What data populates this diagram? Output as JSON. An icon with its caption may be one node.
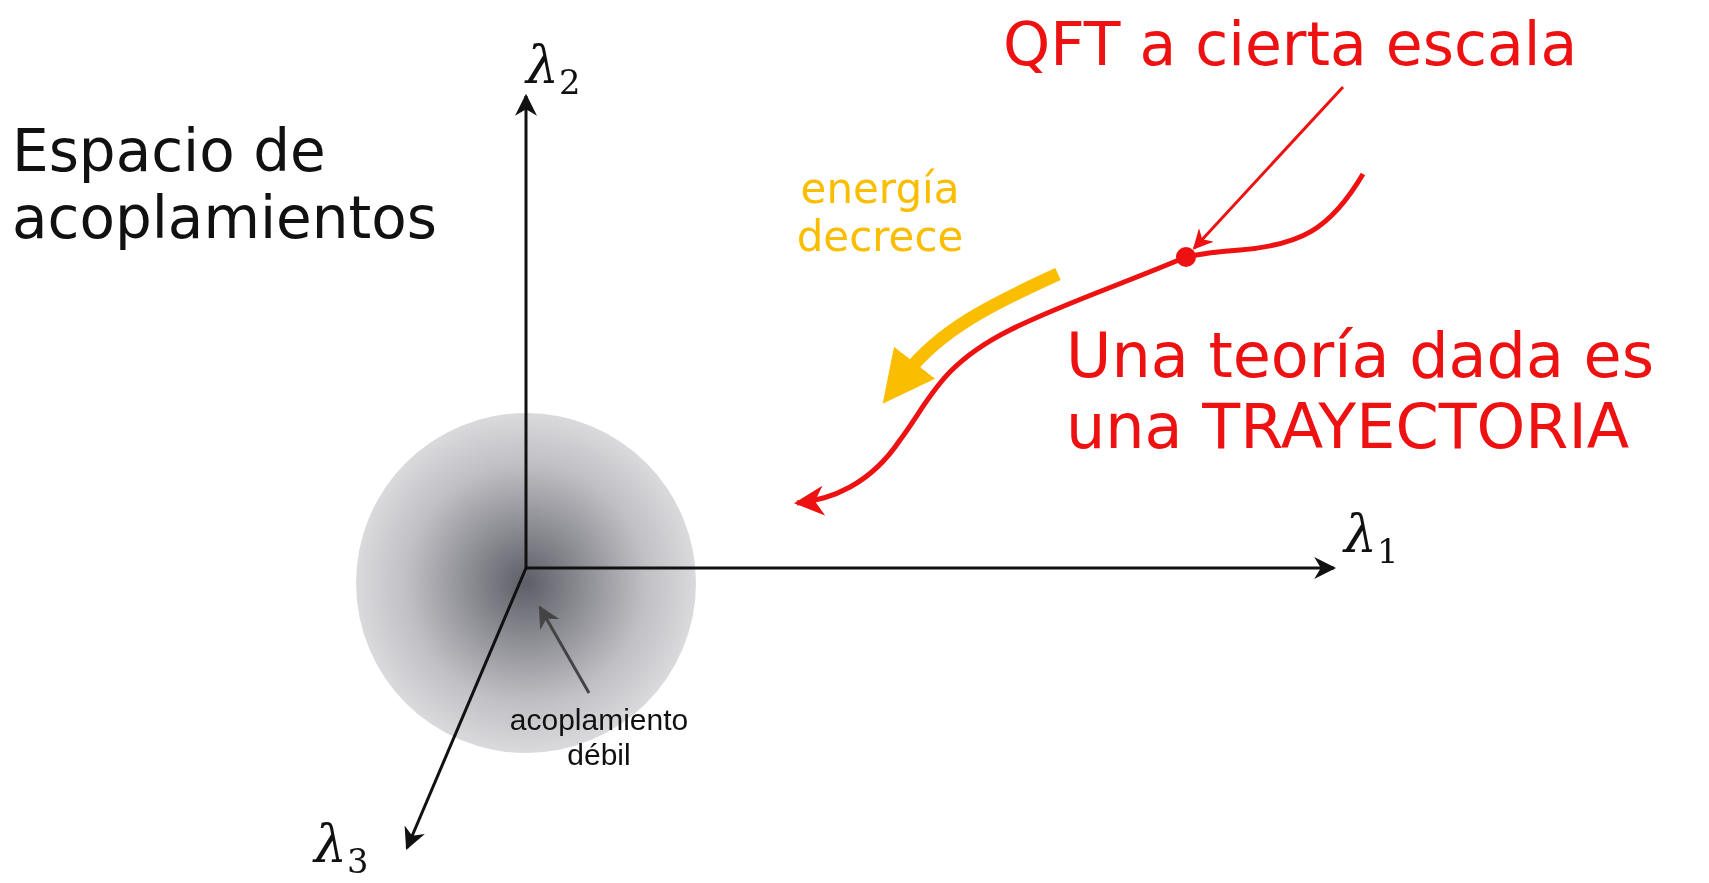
{
  "diagram": {
    "nodes": [
      {
        "text": [
          "QFT a cierta escala"
        ]
      },
      {
        "text": [],
        "shape": "circle"
      },
      {
        "text": [
          "acoplamiento débil"
        ]
      },
      {
        "text": [],
        "shape": "circle"
      }
    ],
    "edges": [
      {
        "from": 0,
        "to": 1,
        "arrow": "to",
        "color": "#ee1111"
      },
      {
        "from": 2,
        "to": 3,
        "arrow": "to",
        "color": "#444444"
      }
    ],
    "labels": [
      "Espacio de acoplamientos",
      "λ$_{2}$",
      "energía decrece",
      "Una teoría dada es una TRAYECTORIA",
      "λ$_{1}$",
      "λ$_{3}$"
    ]
  }
}
